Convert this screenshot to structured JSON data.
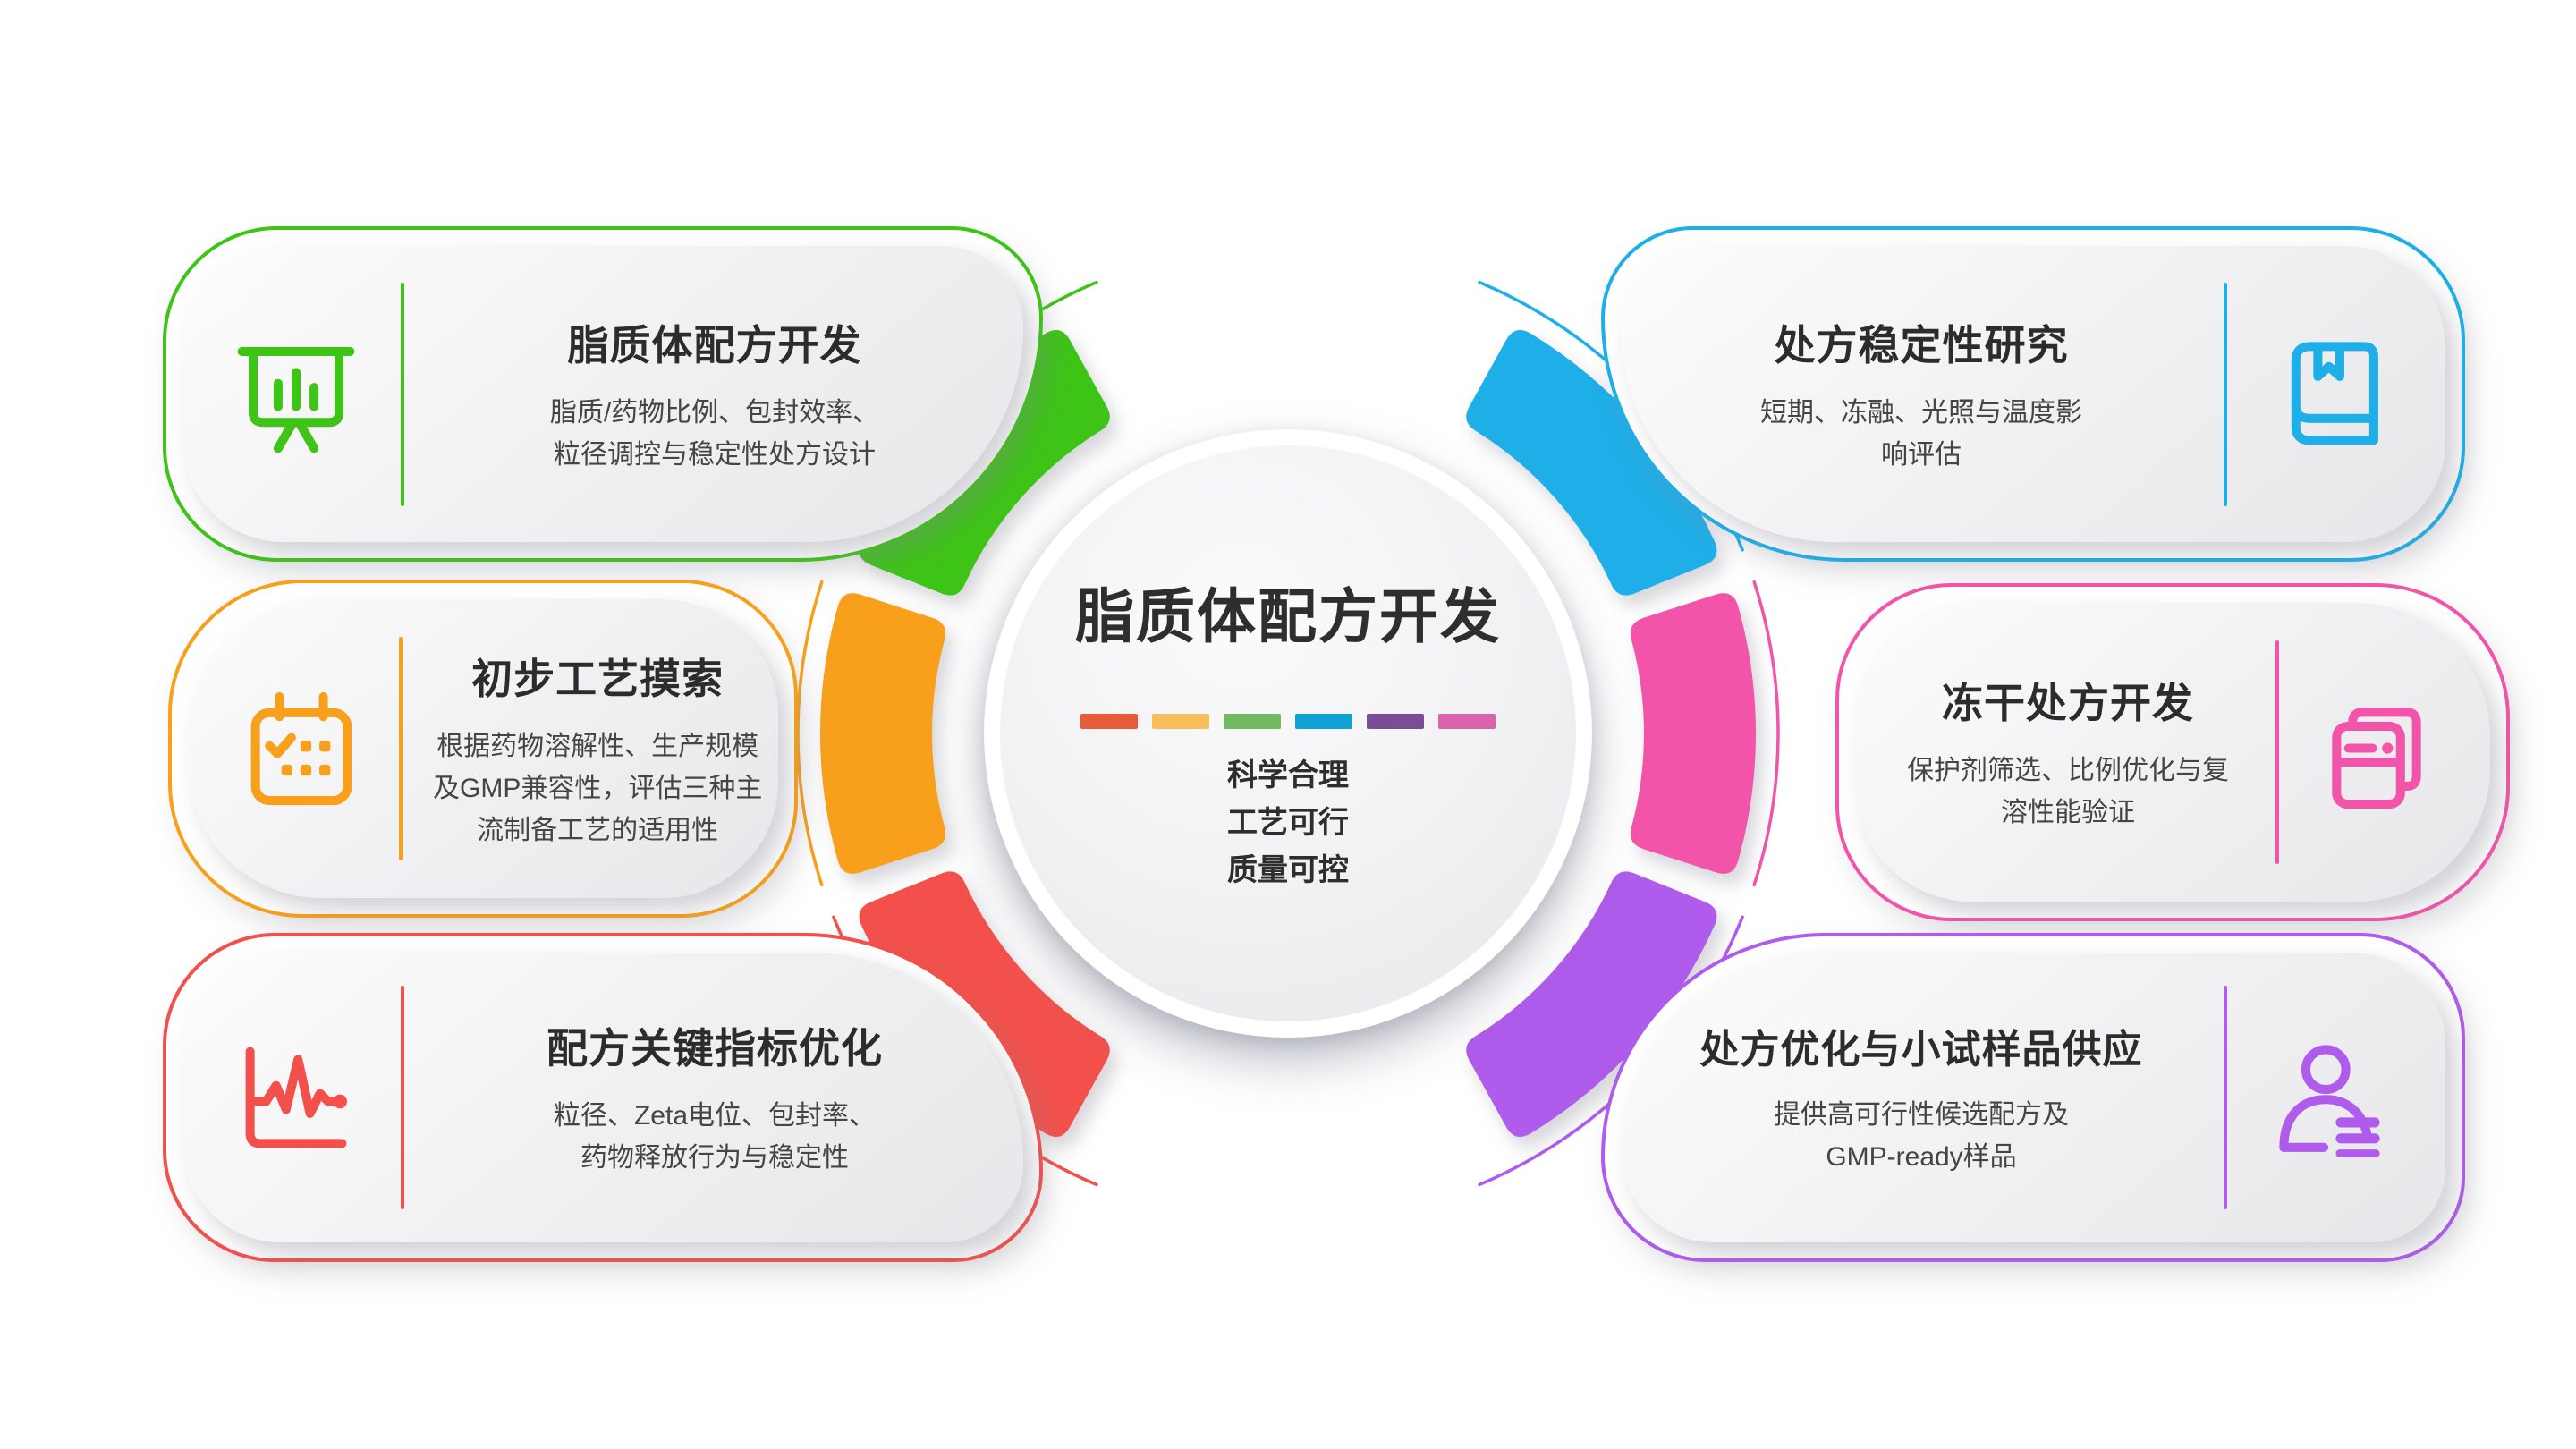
{
  "center": {
    "title": "脂质体配方开发",
    "slogan_lines": [
      "科学合理",
      "工艺可行",
      "质量可控"
    ],
    "dash_colors": [
      "#E65C38",
      "#F8BE5B",
      "#6FB961",
      "#129FD4",
      "#7A4E96",
      "#D963AD"
    ]
  },
  "ring": {
    "segments": [
      {
        "name": "green-arc",
        "color": "#3EC417",
        "start": 119,
        "end": 158
      },
      {
        "name": "orange-arc",
        "color": "#F8A01B",
        "start": 162,
        "end": 198
      },
      {
        "name": "red-arc",
        "color": "#F4504B",
        "start": 202,
        "end": 241
      },
      {
        "name": "cyan-arc",
        "color": "#1EAFE9",
        "start": 22,
        "end": 61
      },
      {
        "name": "pink-arc",
        "color": "#F254A9",
        "start": -18,
        "end": 18
      },
      {
        "name": "purple-arc",
        "color": "#AF5BEB",
        "start": -61,
        "end": -22
      }
    ]
  },
  "cards": [
    {
      "accent": "#3EC417",
      "icon": "easel-chart-icon",
      "title": "脂质体配方开发",
      "subtitle_lines": [
        "脂质/药物比例、包封效率、",
        "粒径调控与稳定性处方设计"
      ]
    },
    {
      "accent": "#F8A01B",
      "icon": "calendar-check-icon",
      "title": "初步工艺摸索",
      "subtitle_lines": [
        "根据药物溶解性、生产规模",
        "及GMP兼容性，评估三种主",
        "流制备工艺的适用性"
      ]
    },
    {
      "accent": "#F4504B",
      "icon": "pulse-chart-icon",
      "title": "配方关键指标优化",
      "subtitle_lines": [
        "粒径、Zeta电位、包封率、",
        "药物释放行为与稳定性"
      ]
    },
    {
      "accent": "#1EAFE9",
      "icon": "book-icon",
      "title": "处方稳定性研究",
      "subtitle_lines": [
        "短期、冻融、光照与温度影",
        "响评估"
      ]
    },
    {
      "accent": "#F254A9",
      "icon": "freeze-dryer-stack-icon",
      "title": "冻干处方开发",
      "subtitle_lines": [
        "保护剂筛选、比例优化与复",
        "溶性能验证"
      ]
    },
    {
      "accent": "#AF5BEB",
      "icon": "user-samples-icon",
      "title": "处方优化与小试样品供应",
      "subtitle_lines": [
        "提供高可行性候选配方及",
        "GMP-ready样品"
      ]
    }
  ]
}
